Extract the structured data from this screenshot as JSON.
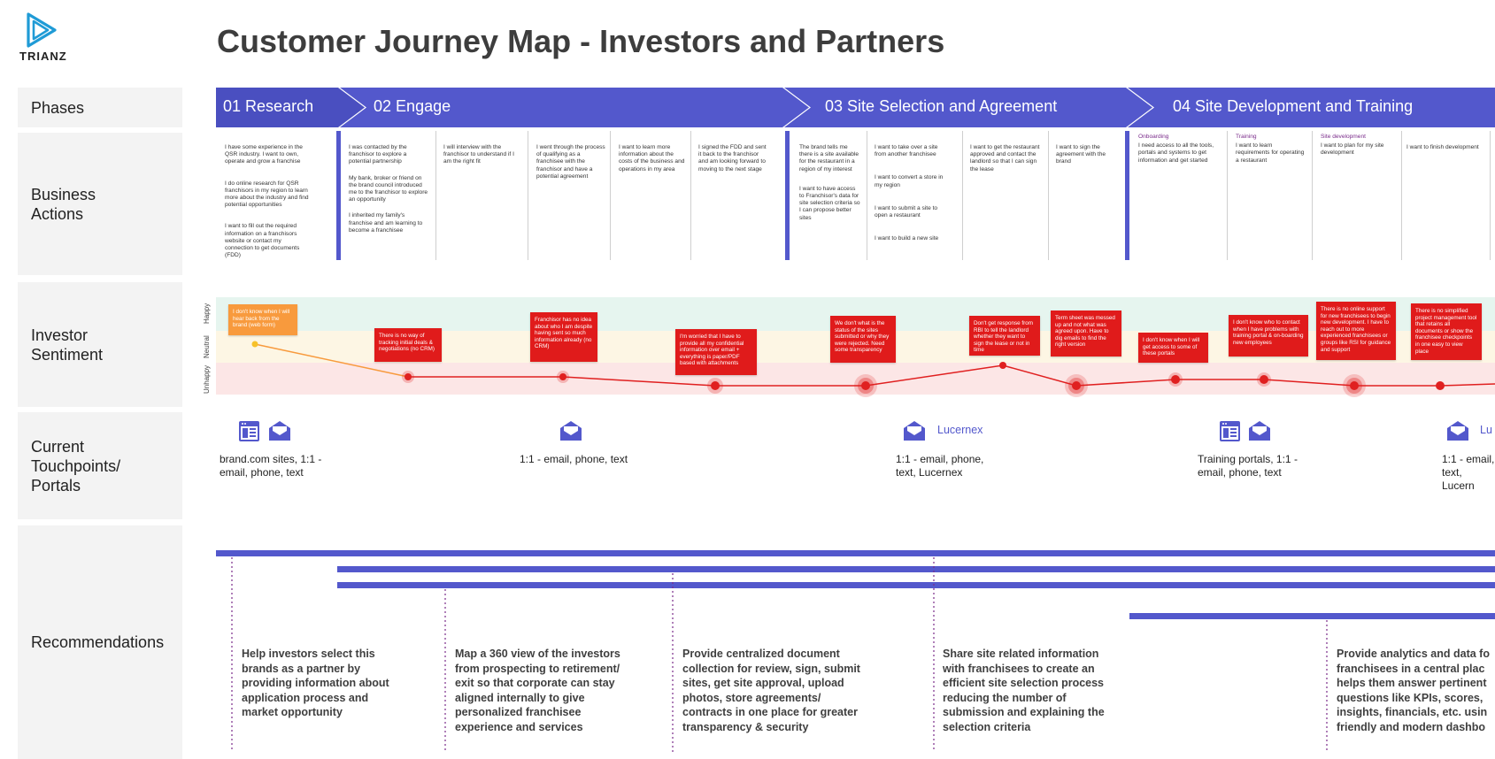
{
  "brand": {
    "logo_text": "TRIANZ"
  },
  "title": "Customer Journey Map - Investors and Partners",
  "rows": {
    "phases": "Phases",
    "business_actions": [
      "Business",
      "Actions"
    ],
    "investor_sentiment": [
      "Investor",
      "Sentiment"
    ],
    "touchpoints": [
      "Current",
      "Touchpoints/",
      "Portals"
    ],
    "recommendations": "Recommendations"
  },
  "phases": [
    {
      "num": "01",
      "label": "Research"
    },
    {
      "num": "02",
      "label": "Engage"
    },
    {
      "num": "03",
      "label": "Site Selection and Agreement"
    },
    {
      "num": "04",
      "label": "Site Development and Training"
    }
  ],
  "actions": {
    "c1": [
      "I have some experience in the QSR industry. I want to own, operate and grow a franchise",
      "I do online research for QSR franchisors in my region to learn more about the industry and find potential opportunities",
      "I want to fill out the required information on a franchisors website or contact my connection to get documents (FDD)"
    ],
    "c2": [
      "I was contacted by the franchisor to explore a potential partnership",
      "My bank, broker or friend on the brand council introduced me to the franchisor to explore an opportunity",
      "I inherited my family's franchise and am learning to become a franchisee"
    ],
    "c3": [
      "I will interview with the franchisor to understand if I am the right fit"
    ],
    "c4": [
      "I went through the process of qualifying as a franchisee with the franchisor and have a potential agreement"
    ],
    "c5": [
      "I want to learn more information about the costs of the business and operations in my area"
    ],
    "c6": [
      "I signed the FDD and sent it back to the franchisor and am looking forward to moving to the next stage"
    ],
    "c7": [
      "The brand tells me there is a site available for the restaurant in a region of my interest",
      "I want to have access to Franchisor's data for site selection criteria so I can propose better sites"
    ],
    "c8": [
      "I want to take over a site from another franchisee",
      "I want to convert a store in my region",
      "I want to submit a site to open a restaurant",
      "I want to build a new site"
    ],
    "c9": [
      "I want to get the restaurant approved and contact the landlord so that I can sign the lease"
    ],
    "c10": [
      "I want to sign the agreement with the brand"
    ],
    "c11": {
      "sub": "Onboarding",
      "text": "I need access to all the tools, portals and systems to get information and get started"
    },
    "c12": {
      "sub": "Training",
      "text": "I want to learn requirements for operating a restaurant"
    },
    "c13": {
      "sub": "Site development",
      "text": "I want to plan for my site development"
    },
    "c14": {
      "text": "I want to finish development"
    }
  },
  "sentiment": {
    "levels": [
      "Happy",
      "Neutral",
      "Unhappy"
    ],
    "colors": {
      "happy": "#e6f5ef",
      "neutral": "#fdf6e4",
      "unhappy": "#fce6e6",
      "line": "#e02020",
      "orange": "#f89a3d"
    },
    "notes": [
      "I don't know when I will hear back from the brand (web form)",
      "There is no way of tracking initial deals & negotiations (no CRM)",
      "Franchisor has no idea about who I am despite having sent so much information already (no CRM)",
      "I'm worried that I have to provide all my confidential information over email + everything is paper/PDF based with attachments",
      "We don't what is the status of the sites submitted or why they were rejected. Need some transparency",
      "Don't get response from RBI to tell the landlord whether they want to sign the lease or not in time",
      "Term sheet was messed up and not what was agreed upon. Have to dig emails to find the right version",
      "I don't know when I will get access to some of these portals",
      "I don't know who to contact when I have problems with training portal & on-boarding new employees",
      "There is no online support for new franchisees to begin new development. I have to reach out to more experienced franchisees or groups like RSI for guidance and support",
      "There is no simplified project management tool that retains all documents or show the franchisee checkpoints in one easy to view place"
    ]
  },
  "touchpoints": [
    {
      "text": "brand.com sites, 1:1 -\nemail, phone, text",
      "icons": [
        "web-portal-icon",
        "email-icon"
      ]
    },
    {
      "text": "1:1 - email, phone, text",
      "icons": [
        "email-icon"
      ]
    },
    {
      "text": "1:1 - email, phone,\ntext, Lucernex",
      "icons": [
        "email-icon"
      ],
      "label": "Lucernex"
    },
    {
      "text": "Training portals, 1:1 -\nemail, phone, text",
      "icons": [
        "web-portal-icon",
        "email-icon"
      ]
    },
    {
      "text": "1:1 - email,\ntext, Lucern",
      "icons": [
        "email-icon"
      ],
      "label": "Lu"
    }
  ],
  "recommendations": [
    "Help investors select this\nbrands as a partner by\nproviding information about\napplication process and\nmarket opportunity",
    "Map a 360 view of the investors\nfrom prospecting to retirement/\nexit so that corporate can stay\naligned internally to give\npersonalized franchisee\nexperience and services",
    "Provide centralized document\ncollection for review, sign, submit\nsites, get site approval, upload\nphotos, store agreements/\ncontracts in one place for greater\ntransparency & security",
    "Share site related information\nwith franchisees to create an\nefficient site selection process\nreducing the number of\nsubmission and explaining the\nselection criteria",
    "Provide analytics and data fo\nfranchisees in a central plac\nhelps them answer pertinent\nquestions like KPIs, scores,\ninsights, financials, etc. usin\nfriendly and modern dashbo"
  ],
  "colors": {
    "accent": "#5358cc",
    "accent_dark": "#4a4fc0",
    "label_bg": "#f3f3f3"
  }
}
